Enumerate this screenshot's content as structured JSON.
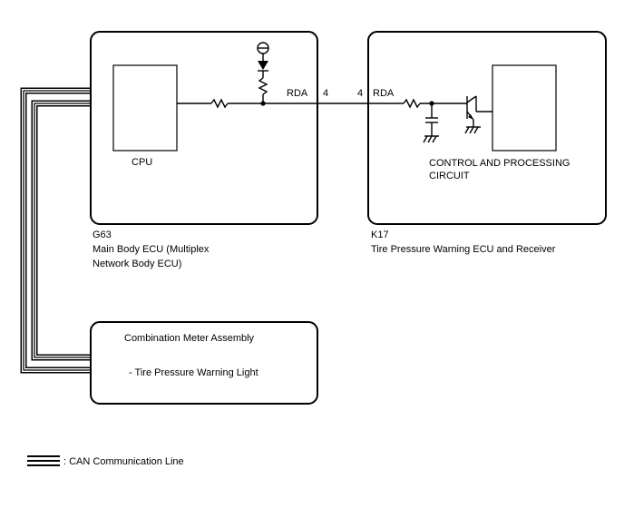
{
  "ecu_g63": {
    "code": "G63",
    "name_line1": "Main Body ECU (Multiplex",
    "name_line2": "Network Body ECU)",
    "cpu_label": "CPU",
    "pin_label": "RDA",
    "pin_number": "4"
  },
  "ecu_k17": {
    "code": "K17",
    "name": "Tire Pressure Warning ECU and Receiver",
    "pin_label": "RDA",
    "pin_number": "4",
    "circuit_line1": "CONTROL AND PROCESSING",
    "circuit_line2": "CIRCUIT"
  },
  "meter": {
    "title": "Combination Meter Assembly",
    "item": "- Tire Pressure Warning Light"
  },
  "legend": {
    "label": ": CAN Communication Line"
  }
}
